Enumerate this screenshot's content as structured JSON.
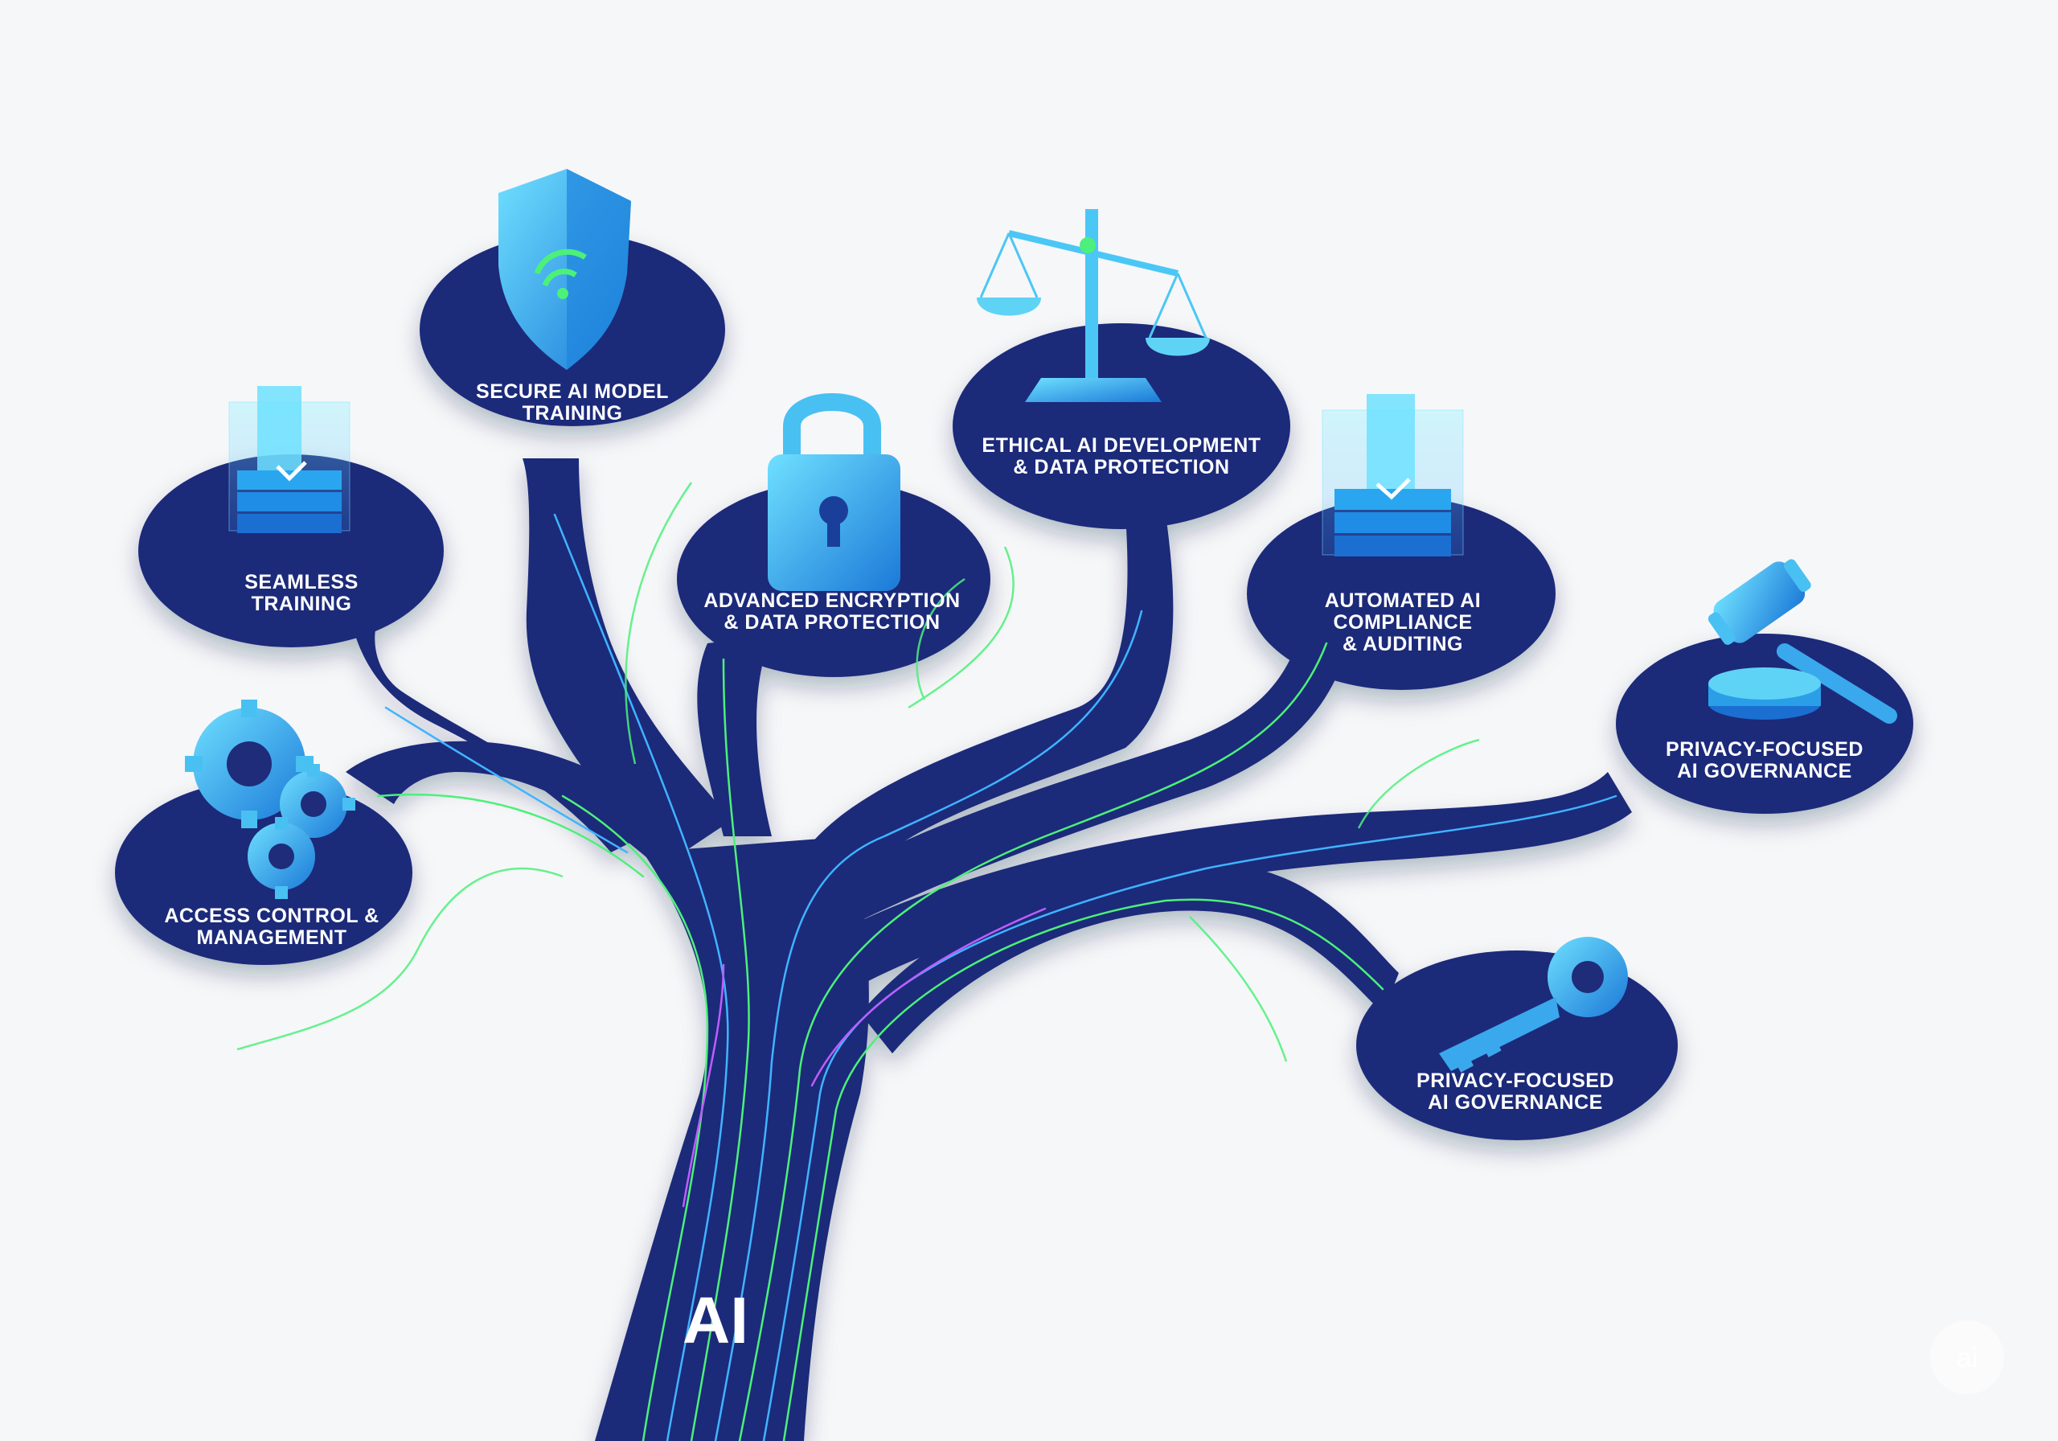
{
  "trunk": {
    "label": "AI"
  },
  "nodes": [
    {
      "id": "secure-ai-model-training",
      "lines": [
        "SECURE AI MODEL",
        "TRAINING"
      ],
      "icon": "shield-icon"
    },
    {
      "id": "seamless-training",
      "lines": [
        "SEAMLESS",
        "TRAINING"
      ],
      "icon": "layered-cube-icon"
    },
    {
      "id": "advanced-encryption",
      "lines": [
        "ADVANCED ENCRYPTION",
        "& DATA PROTECTION"
      ],
      "icon": "padlock-icon"
    },
    {
      "id": "ethical-ai-development",
      "lines": [
        "ETHICAL AI DEVELOPMENT",
        "& DATA PROTECTION"
      ],
      "icon": "scales-icon"
    },
    {
      "id": "automated-ai-compliance",
      "lines": [
        "AUTOMATED AI",
        "COMPLIANCE",
        "& AUDITING"
      ],
      "icon": "layered-cube-icon"
    },
    {
      "id": "privacy-focused-governance-gavel",
      "lines": [
        "PRIVACY-FOCUSED",
        "AI GOVERNANCE"
      ],
      "icon": "gavel-icon"
    },
    {
      "id": "access-control-management",
      "lines": [
        "ACCESS CONTROL &",
        "MANAGEMENT"
      ],
      "icon": "gears-icon"
    },
    {
      "id": "privacy-focused-governance-key",
      "lines": [
        "PRIVACY-FOCUSED",
        "AI GOVERNANCE"
      ],
      "icon": "key-icon"
    }
  ],
  "watermark": {
    "text": "ai",
    "icon": "ai-badge-icon"
  },
  "colors": {
    "background": "#f6f7f9",
    "tree": "#1f2c7a",
    "tree_dark": "#182364",
    "icon_light": "#5fd3f5",
    "icon_mid": "#2a9fe8",
    "icon_dark": "#1a6fd0",
    "circuit_green": "#4cf07a",
    "circuit_blue": "#3fb4ff",
    "circuit_purple": "#c05cff",
    "label_text": "#ffffff"
  }
}
